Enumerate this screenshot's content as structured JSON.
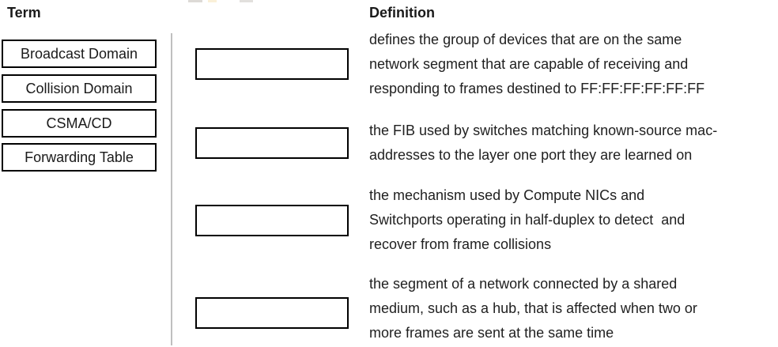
{
  "term_column": {
    "header": "Term",
    "terms": [
      {
        "label": "Broadcast Domain"
      },
      {
        "label": "Collision Domain"
      },
      {
        "label": "CSMA/CD"
      },
      {
        "label": "Forwarding Table"
      }
    ]
  },
  "drop_targets": {
    "slots": [
      {
        "value": ""
      },
      {
        "value": ""
      },
      {
        "value": ""
      },
      {
        "value": ""
      }
    ]
  },
  "definition_column": {
    "header": "Definition",
    "definitions": [
      {
        "text": "defines the group of devices that are on the same network segment that are capable of receiving and responding to frames destined to FF:FF:FF:FF:FF:FF",
        "lines": [
          "defines the group of devices that are on the same",
          "network segment that are capable of receiving and",
          "responding to frames destined to FF:FF:FF:FF:FF:FF"
        ]
      },
      {
        "text": "the FIB used by switches matching known-source mac-addresses to the layer one port they are learned on",
        "lines": [
          "the FIB used by switches matching known-source mac-",
          "addresses to the layer one port they are learned on"
        ]
      },
      {
        "text": "the mechanism used by Compute NICs and Switchports operating in half-duplex to detect  and recover from frame collisions",
        "lines": [
          "the mechanism used by Compute NICs and",
          "Switchports operating in half-duplex to detect  and",
          "recover from frame collisions"
        ]
      },
      {
        "text": "the segment of a network connected by a shared medium, such as a hub, that is affected when two or more frames are sent at the same time",
        "lines": [
          "the segment of a network connected by a shared",
          "medium, such as a hub, that is affected when two or",
          "more frames are sent at the same time"
        ]
      }
    ]
  },
  "colors": {
    "background": "#ffffff",
    "box_border": "#000000",
    "text": "#1f1f1f",
    "divider": "#bfbfbf"
  }
}
